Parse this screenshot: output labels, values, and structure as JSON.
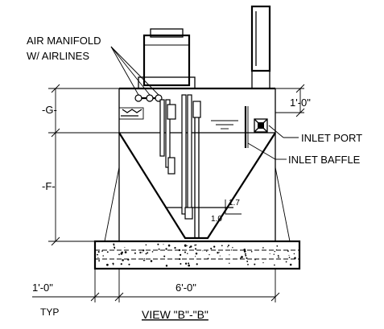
{
  "labels": {
    "air_manifold": "AIR MANIFOLD",
    "airlines": "W/ AIRLINES",
    "inlet_port": "INLET PORT",
    "inlet_baffle": "INLET BAFFLE",
    "dim_g": "-G-",
    "dim_f": "-F-",
    "dim_top_right": "1'-0\"",
    "slope_rise": "1.7",
    "slope_run": "1.0",
    "dim_one_foot": "1'-0\"",
    "typ": "TYP",
    "dim_width": "6'-0\"",
    "view_title": "VIEW \"B\"-\"B\""
  },
  "colors": {
    "ink": "#000000",
    "paper": "#ffffff"
  }
}
